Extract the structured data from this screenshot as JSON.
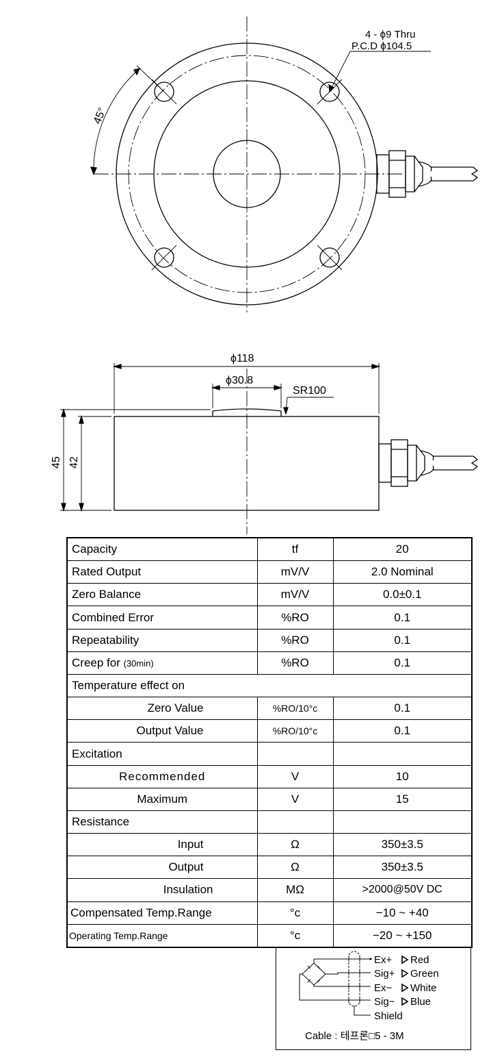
{
  "top_view": {
    "hole_note_1": "4 - ϕ9 Thru",
    "hole_note_2": "P.C.D ϕ104.5",
    "angle_label": "45°"
  },
  "side_view": {
    "outer_diameter": "ϕ118",
    "dome_diameter": "ϕ30.8",
    "dome_radius": "SR100",
    "total_height": "45",
    "body_height": "42"
  },
  "spec_table": {
    "rows": [
      {
        "name": "Capacity",
        "unit": "tf",
        "value": "20"
      },
      {
        "name": "Rated Output",
        "unit": "mV/V",
        "value": "2.0 Nominal"
      },
      {
        "name": "Zero Balance",
        "unit": "mV/V",
        "value": "0.0±0.1"
      },
      {
        "name": "Combined Error",
        "unit": "%RO",
        "value": "0.1"
      },
      {
        "name": "Repeatability",
        "unit": "%RO",
        "value": "0.1"
      },
      {
        "name": "Creep for",
        "name_suffix": "(30min)",
        "unit": "%RO",
        "value": "0.1"
      },
      {
        "name": "Temperature effect on"
      },
      {
        "name": "Zero Value",
        "unit": "%RO/10°c",
        "value": "0.1"
      },
      {
        "name": "Output Value",
        "unit": "%RO/10°c",
        "value": "0.1"
      },
      {
        "name": "Excitation",
        "unit": "",
        "value": ""
      },
      {
        "name": "Recommended",
        "unit": "V",
        "value": "10"
      },
      {
        "name": "Maximum",
        "unit": "V",
        "value": "15"
      },
      {
        "name": "Resistance",
        "unit": "",
        "value": ""
      },
      {
        "name": "Input",
        "unit": "Ω",
        "value": "350±3.5"
      },
      {
        "name": "Output",
        "unit": "Ω",
        "value": "350±3.5"
      },
      {
        "name": "Insulation",
        "unit": "MΩ",
        "value": ">2000@50V DC"
      },
      {
        "name": "Compensated Temp.Range",
        "unit": "°c",
        "value": "−10 ~ +40"
      },
      {
        "name": "Operating Temp.Range",
        "unit": "°c",
        "value": "−20 ~ +150"
      }
    ]
  },
  "wiring": {
    "wires": [
      {
        "signal": "Ex+",
        "color": "Red"
      },
      {
        "signal": "Sig+",
        "color": "Green"
      },
      {
        "signal": "Ex−",
        "color": "White"
      },
      {
        "signal": "Sig−",
        "color": "Blue"
      }
    ],
    "shield": "Shield",
    "cable": "Cable : 테프론□5 - 3M"
  }
}
